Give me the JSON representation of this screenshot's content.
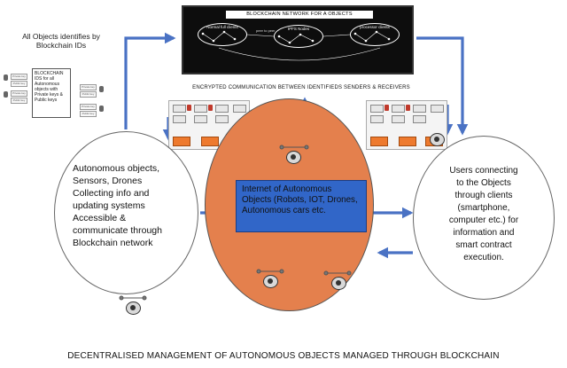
{
  "top_note": "All Objects identifies by Blockchain IDs",
  "network": {
    "title": "BLOCKCHAIN NETWORK FOR A OBJECTS",
    "nodes": [
      "Normal full clients",
      "IPFS Nodes",
      "processor clients"
    ],
    "annotation": "peer to peer"
  },
  "id_box": {
    "text": "BLOCKCHAIN IDS for all Autonomous objects with Private keys & Public keys"
  },
  "keys": {
    "private": "Private key",
    "public": "Public key"
  },
  "encrypted_label": "ENCRYPTED COMMUNICATION BETWEEN IDENTIFIEDS SENDERS & RECEIVERS",
  "left_circle": {
    "lines": [
      "Autonomous objects,",
      "Sensors, Drones",
      "Collecting info and",
      "updating systems",
      "Accessible &",
      "communicate through",
      "Blockchain network"
    ]
  },
  "center": {
    "box_text": "Internet of Autonomous Objects (Robots, IOT, Drones, Autonomous cars etc."
  },
  "right_circle": {
    "lines": [
      "Users connecting",
      "to the Objects",
      "through clients",
      "(smartphone,",
      "computer etc.) for",
      "information and",
      "smart contract",
      "execution."
    ]
  },
  "caption": "DECENTRALISED MANAGEMENT OF AUTONOMOUS OBJECTS MANAGED THROUGH BLOCKCHAIN",
  "colors": {
    "arrow_blue": "#4a72c4",
    "center_orange": "#e4804d",
    "inner_blue": "#3166c8",
    "network_bg": "#0d0d0d"
  }
}
